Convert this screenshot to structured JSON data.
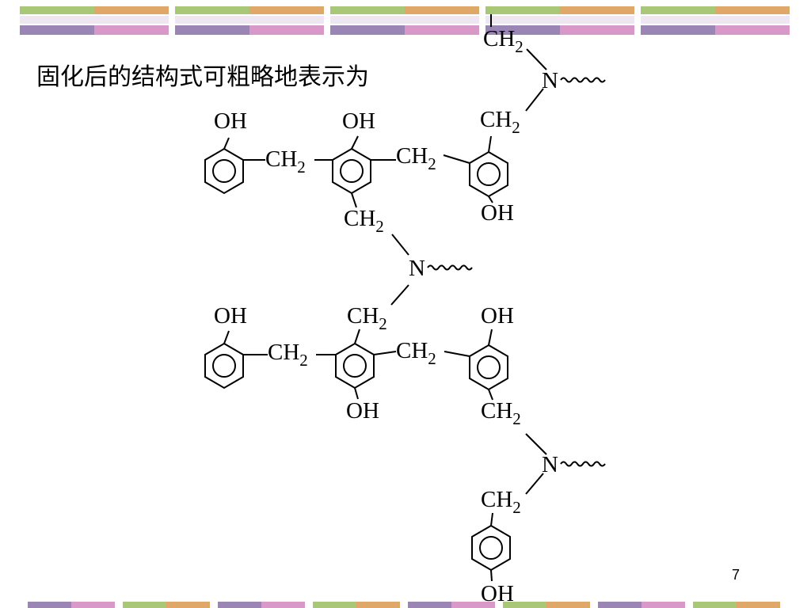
{
  "slide": {
    "title": "固化后的结构式可粗略地表示为",
    "page_number": "7"
  },
  "theme": {
    "band_colors": [
      "#a8c878",
      "#e0a868",
      "#9a86b4",
      "#d898c8"
    ]
  },
  "labels": {
    "oh": "OH",
    "ch": "CH",
    "sub2": "2",
    "n": "N"
  }
}
